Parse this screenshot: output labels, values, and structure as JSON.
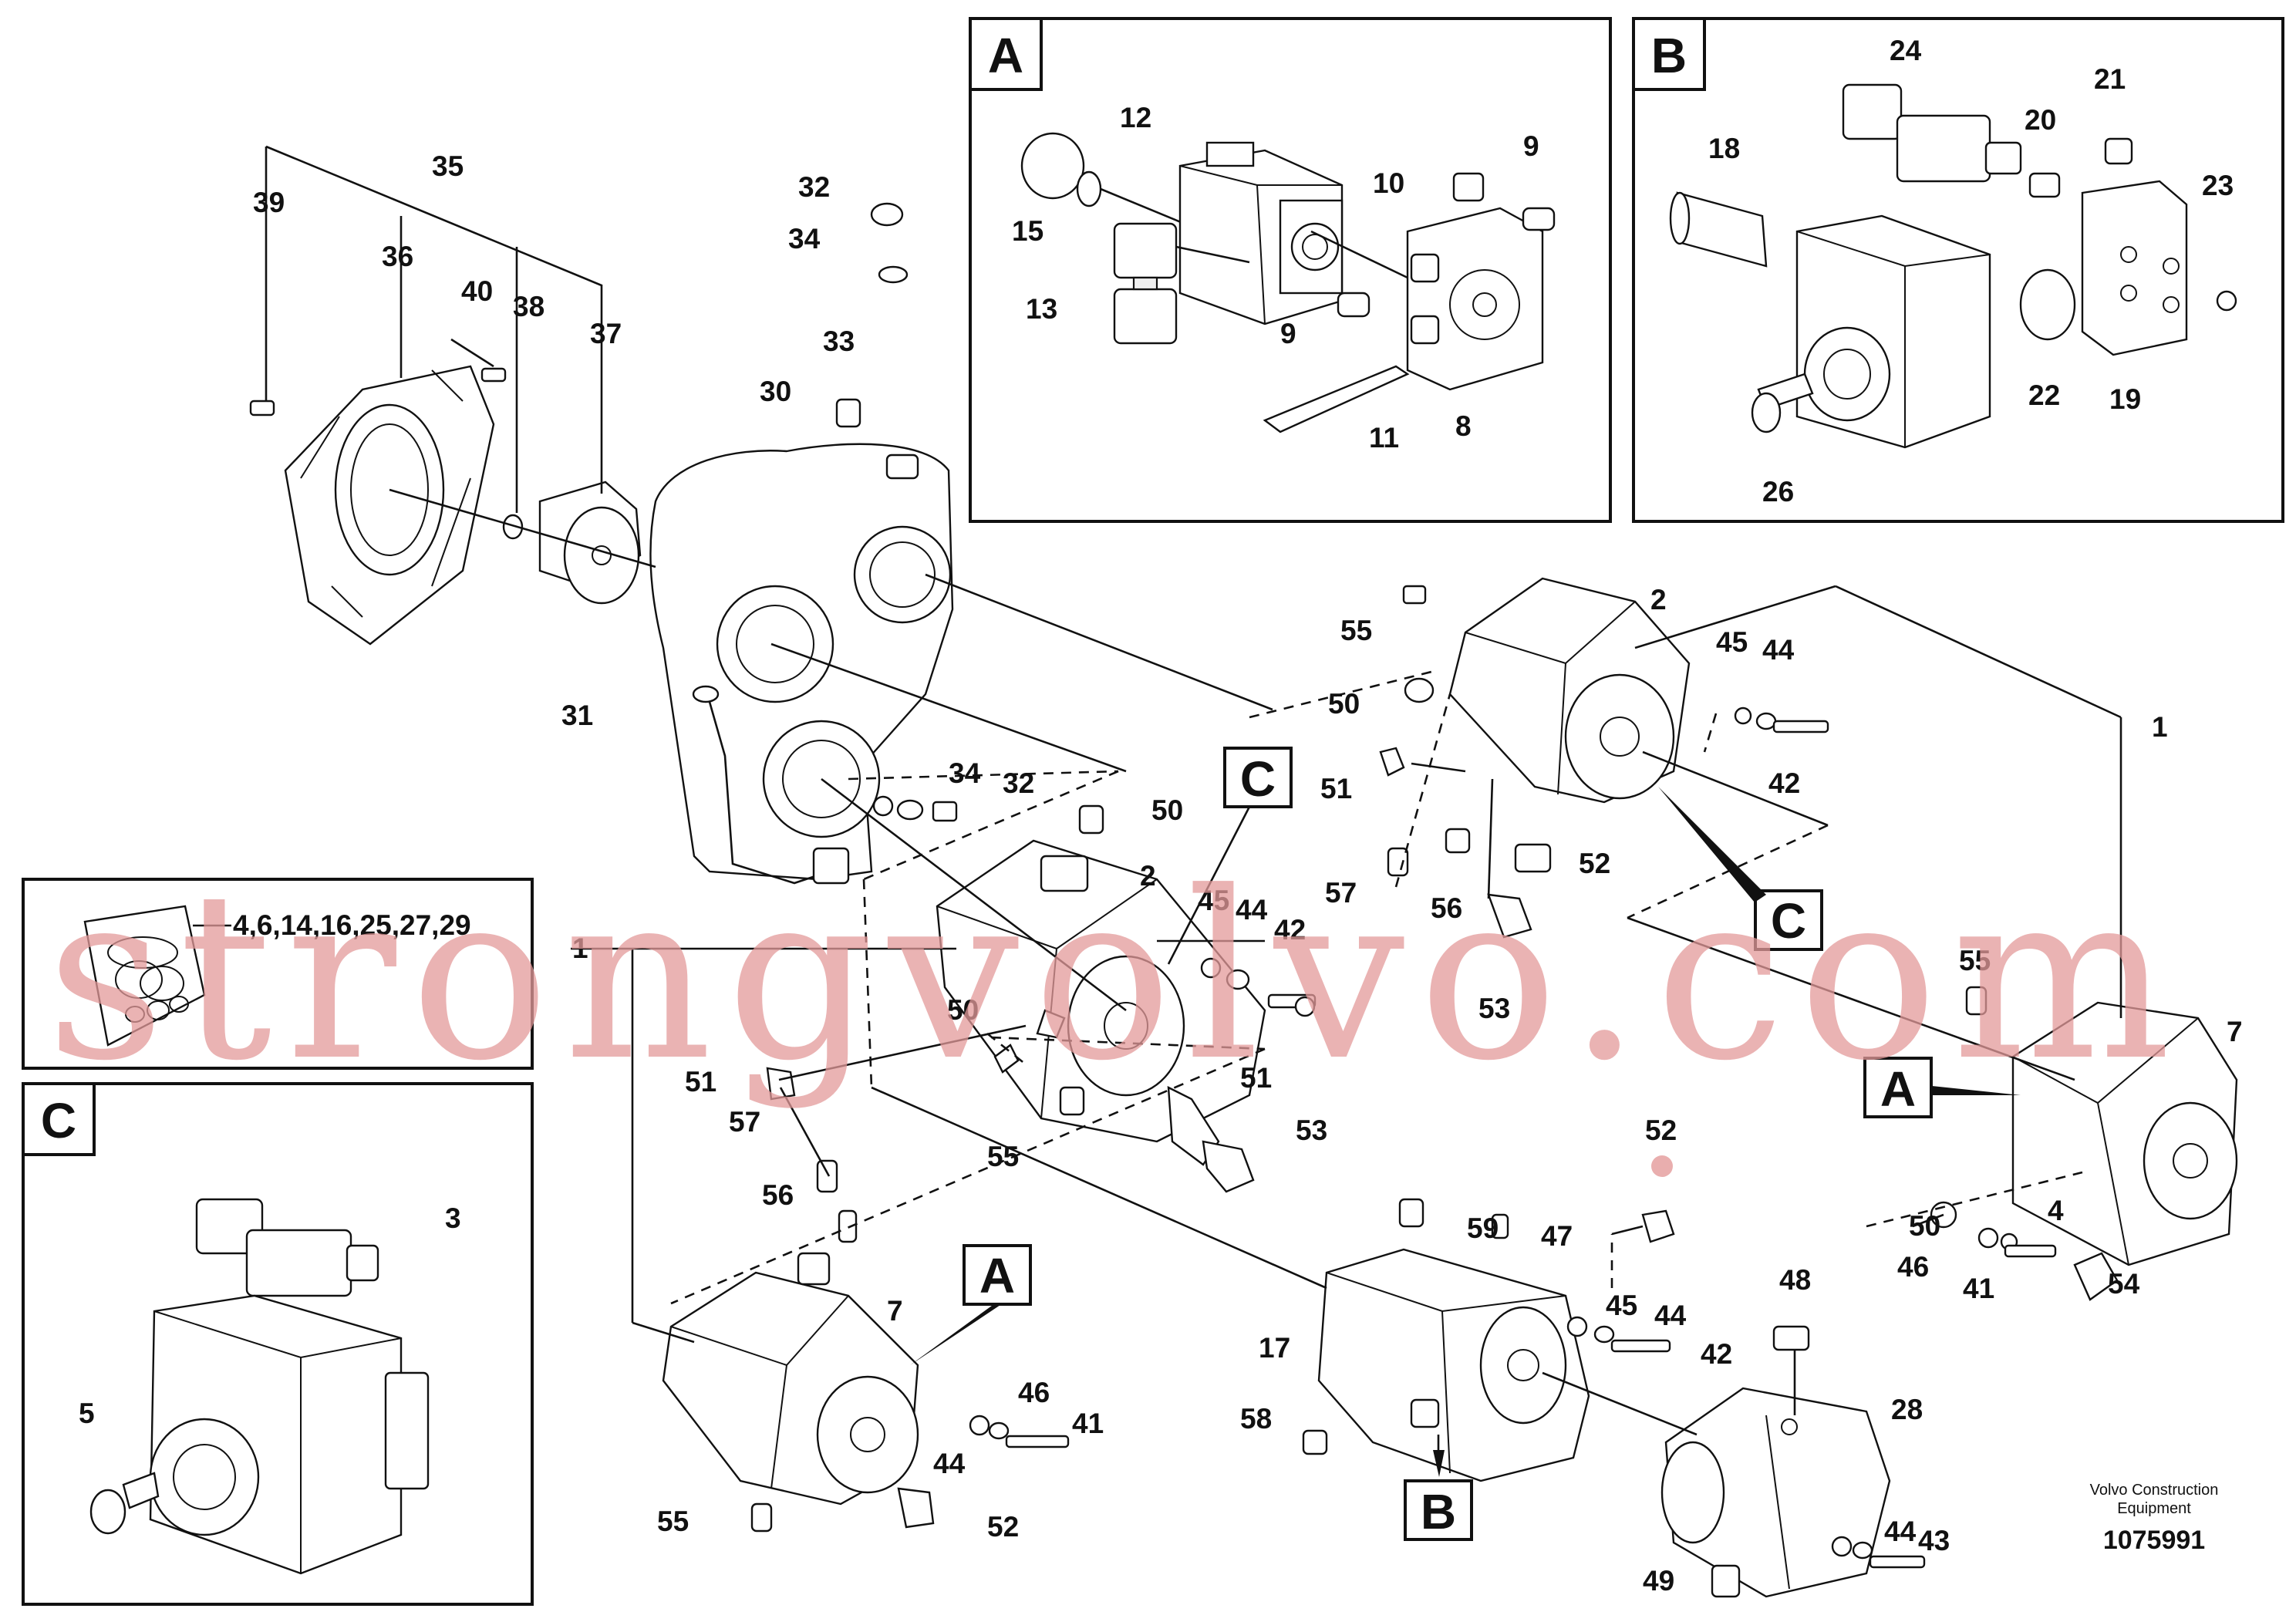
{
  "watermark": "strongvolvo.com",
  "caption": {
    "line1": "Volvo Construction",
    "line2": "Equipment",
    "doc_number": "1075991"
  },
  "detail_letters": {
    "A": "A",
    "B": "B",
    "C": "C"
  },
  "seal_kit_label": "4,6,14,16,25,27,29",
  "labels": {
    "n1a": "1",
    "n1b": "1",
    "n2a": "2",
    "n2b": "2",
    "n3": "3",
    "n4": "4",
    "n5": "5",
    "n7a": "7",
    "n7b": "7",
    "n8": "8",
    "n9a": "9",
    "n9b": "9",
    "n10": "10",
    "n11": "11",
    "n12": "12",
    "n13": "13",
    "n15": "15",
    "n17": "17",
    "n18": "18",
    "n19": "19",
    "n20": "20",
    "n21": "21",
    "n22": "22",
    "n23": "23",
    "n24": "24",
    "n26": "26",
    "n28": "28",
    "n30": "30",
    "n31": "31",
    "n32a": "32",
    "n32b": "32",
    "n33": "33",
    "n34a": "34",
    "n34b": "34",
    "n35": "35",
    "n36": "36",
    "n37": "37",
    "n38": "38",
    "n39": "39",
    "n40": "40",
    "n41a": "41",
    "n41b": "41",
    "n42a": "42",
    "n42b": "42",
    "n42c": "42",
    "n43": "43",
    "n44a": "44",
    "n44b": "44",
    "n44c": "44",
    "n44d": "44",
    "n44e": "44",
    "n45a": "45",
    "n45b": "45",
    "n45c": "45",
    "n46a": "46",
    "n46b": "46",
    "n47": "47",
    "n48": "48",
    "n49": "49",
    "n50a": "50",
    "n50b": "50",
    "n50c": "50",
    "n50d": "50",
    "n51a": "51",
    "n51b": "51",
    "n51c": "51",
    "n52a": "52",
    "n52b": "52",
    "n52c": "52",
    "n53a": "53",
    "n53b": "53",
    "n54": "54",
    "n55a": "55",
    "n55b": "55",
    "n55c": "55",
    "n55d": "55",
    "n56a": "56",
    "n56b": "56",
    "n57a": "57",
    "n57b": "57",
    "n58": "58",
    "n59": "59"
  }
}
